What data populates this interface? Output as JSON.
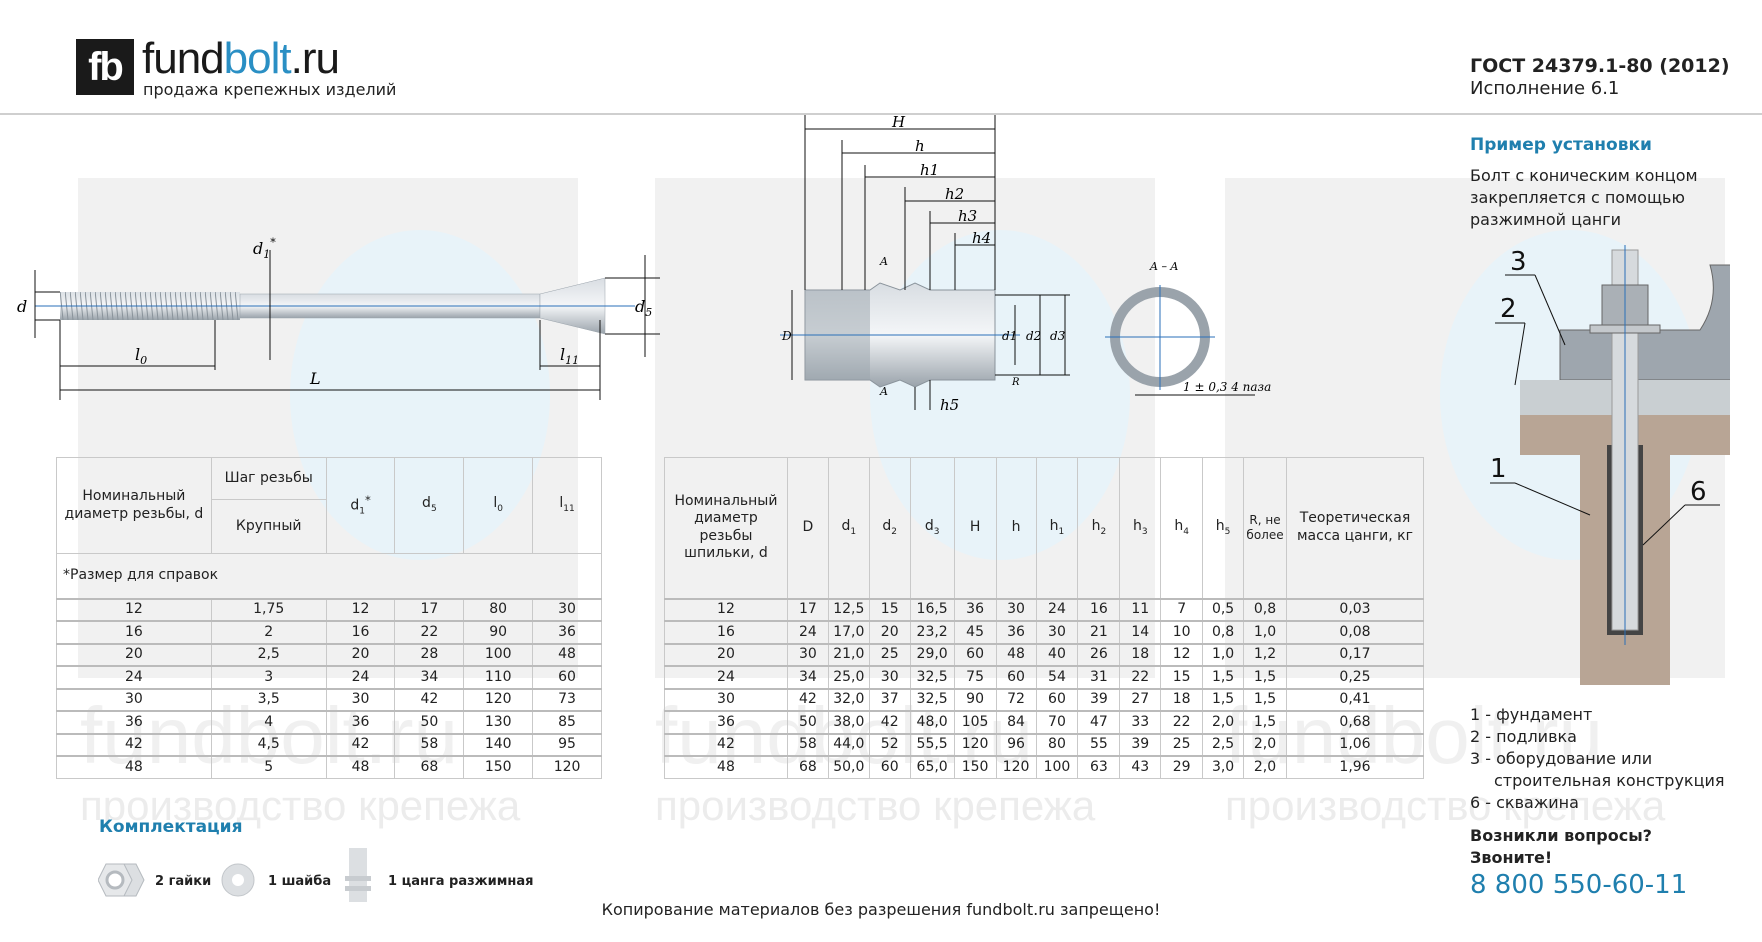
{
  "header": {
    "logo_mark": "fb",
    "brand_a": "fund",
    "brand_b": "bolt",
    "brand_c": ".ru",
    "tagline": "продажа крепежных изделий",
    "standard": "ГОСТ 24379.1-80 (2012)",
    "version": "Исполнение 6.1"
  },
  "watermark": {
    "site": "fundbolt.ru",
    "slogan": "производство крепежа"
  },
  "bolt_drawing": {
    "labels": {
      "d": "d",
      "d1": "d",
      "d1_sub": "1",
      "d1_star": "*",
      "d5": "d",
      "d5_sub": "5",
      "l0": "l",
      "l0_sub": "0",
      "l11": "l",
      "l11_sub": "11",
      "L": "L"
    }
  },
  "collet_drawing": {
    "labels": {
      "H": "H",
      "h": "h",
      "h1": "h1",
      "h2": "h2",
      "h3": "h3",
      "h4": "h4",
      "h5": "h5",
      "A": "A",
      "D": "D",
      "d1": "d1",
      "d2": "d2",
      "d3": "d3",
      "R": "R"
    }
  },
  "section_drawing": {
    "title": "A – A",
    "note": "1 ± 0,3  4 паза"
  },
  "table1": {
    "headers": {
      "nominal": "Номинальный диаметр резьбы, d",
      "pitch": "Шаг резьбы",
      "coarse": "Крупный",
      "d1": "d",
      "d1_sub": "1",
      "d1_star": "*",
      "d5": "d",
      "d5_sub": "5",
      "l0": "l",
      "l0_sub": "0",
      "l11": "l",
      "l11_sub": "11"
    },
    "note": "*Размер для справок",
    "rows": [
      [
        "12",
        "1,75",
        "12",
        "17",
        "80",
        "30"
      ],
      [
        "16",
        "2",
        "16",
        "22",
        "90",
        "36"
      ],
      [
        "20",
        "2,5",
        "20",
        "28",
        "100",
        "48"
      ],
      [
        "24",
        "3",
        "24",
        "34",
        "110",
        "60"
      ],
      [
        "30",
        "3,5",
        "30",
        "42",
        "120",
        "73"
      ],
      [
        "36",
        "4",
        "36",
        "50",
        "130",
        "85"
      ],
      [
        "42",
        "4,5",
        "42",
        "58",
        "140",
        "95"
      ],
      [
        "48",
        "5",
        "48",
        "68",
        "150",
        "120"
      ]
    ]
  },
  "table2": {
    "headers": [
      {
        "main": "Номинальный диаметр резьбы шпильки, d",
        "sub": ""
      },
      {
        "main": "D",
        "sub": ""
      },
      {
        "main": "d",
        "sub": "1"
      },
      {
        "main": "d",
        "sub": "2"
      },
      {
        "main": "d",
        "sub": "3"
      },
      {
        "main": "H",
        "sub": ""
      },
      {
        "main": "h",
        "sub": ""
      },
      {
        "main": "h",
        "sub": "1"
      },
      {
        "main": "h",
        "sub": "2"
      },
      {
        "main": "h",
        "sub": "3"
      },
      {
        "main": "h",
        "sub": "4"
      },
      {
        "main": "h",
        "sub": "5"
      },
      {
        "main": "R, не более",
        "sub": ""
      },
      {
        "main": "Теоретическая масса цанги, кг",
        "sub": ""
      }
    ],
    "rows": [
      [
        "12",
        "17",
        "12,5",
        "15",
        "16,5",
        "36",
        "30",
        "24",
        "16",
        "11",
        "7",
        "0,5",
        "0,8",
        "0,03"
      ],
      [
        "16",
        "24",
        "17,0",
        "20",
        "23,2",
        "45",
        "36",
        "30",
        "21",
        "14",
        "10",
        "0,8",
        "1,0",
        "0,08"
      ],
      [
        "20",
        "30",
        "21,0",
        "25",
        "29,0",
        "60",
        "48",
        "40",
        "26",
        "18",
        "12",
        "1,0",
        "1,2",
        "0,17"
      ],
      [
        "24",
        "34",
        "25,0",
        "30",
        "32,5",
        "75",
        "60",
        "54",
        "31",
        "22",
        "15",
        "1,5",
        "1,5",
        "0,25"
      ],
      [
        "30",
        "42",
        "32,0",
        "37",
        "32,5",
        "90",
        "72",
        "60",
        "39",
        "27",
        "18",
        "1,5",
        "1,5",
        "0,41"
      ],
      [
        "36",
        "50",
        "38,0",
        "42",
        "48,0",
        "105",
        "84",
        "70",
        "47",
        "33",
        "22",
        "2,0",
        "1,5",
        "0,68"
      ],
      [
        "42",
        "58",
        "44,0",
        "52",
        "55,5",
        "120",
        "96",
        "80",
        "55",
        "39",
        "25",
        "2,5",
        "2,0",
        "1,06"
      ],
      [
        "48",
        "68",
        "50,0",
        "60",
        "65,0",
        "150",
        "120",
        "100",
        "63",
        "43",
        "29",
        "3,0",
        "2,0",
        "1,96"
      ]
    ]
  },
  "kit": {
    "title": "Комплектация",
    "items": [
      "2 гайки",
      "1 шайба",
      "1 цанга разжимная"
    ]
  },
  "install": {
    "title": "Пример установки",
    "description": [
      "Болт с коническим концом",
      "закрепляется с помощью",
      "разжимной цанги"
    ],
    "callouts": [
      "3",
      "2",
      "1",
      "6"
    ],
    "legend": [
      "1 - фундамент",
      "2 - подливка",
      "3 - оборудование или",
      "строительная конструкция",
      "6 - скважина"
    ]
  },
  "contact": {
    "question": "Возникли вопросы?",
    "call": "Звоните!",
    "phone": "8 800 550-60-11"
  },
  "footer": {
    "copyright": "Копирование материалов без разрешения fundbolt.ru запрещено!"
  },
  "colors": {
    "accent": "#1f7fae",
    "text": "#222222",
    "watermark": "#eeeeee"
  }
}
